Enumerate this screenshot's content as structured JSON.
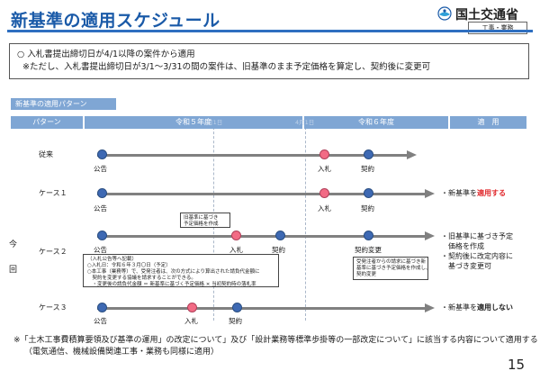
{
  "header": {
    "title": "新基準の適用スケジュール",
    "ministry": "国土交通省",
    "bureau": "工事・業務"
  },
  "notice": {
    "line1": "○ 入札書提出締切日が4/1以降の案件から適用",
    "line2": "※ただし、入札書提出締切日が3/1～3/31の間の案件は、旧基準のまま予定価格を算定し、契約後に変更可"
  },
  "section_label": "新基準の適用パターン",
  "table_header": {
    "pattern": "パターン",
    "fy5": "令和５年度",
    "fy6": "令和６年度",
    "apply": "適　用",
    "mar1": "3月1日",
    "apr1": "4月1日"
  },
  "group_label": "今回",
  "cases": [
    {
      "name": "従来",
      "events": [
        "公告",
        "入札",
        "契約"
      ],
      "apply": []
    },
    {
      "name": "ケース１",
      "events": [
        "公告",
        "入札",
        "契約"
      ],
      "apply": [
        {
          "prefix": "・新基準を",
          "emph": "適用する",
          "suffix": ""
        }
      ]
    },
    {
      "name": "ケース２",
      "events": [
        "公告",
        "入札",
        "契約",
        "契約変更"
      ],
      "apply": [
        {
          "prefix": "・旧基準に基づき予定",
          "emph": "",
          "suffix": ""
        },
        {
          "prefix": "　価格を作成",
          "emph": "",
          "suffix": ""
        },
        {
          "prefix": "・契約後に改定内容に",
          "emph": "",
          "suffix": ""
        },
        {
          "prefix": "　基づき変更可",
          "emph": "",
          "suffix": ""
        }
      ]
    },
    {
      "name": "ケース３",
      "events": [
        "公告",
        "入札",
        "契約"
      ],
      "apply": [
        {
          "prefix": "・新基準を",
          "emph": "適用しない",
          "suffix": ""
        }
      ]
    }
  ],
  "callout_bid": {
    "line1": "旧基準に基づき",
    "line2": "予定価格を作成"
  },
  "callout_notice": {
    "line1": "（入札公告等へ記載）",
    "line2": "○入札日：令和６年３月〇日（予定）",
    "line3": "○本工事（業務等）で、受発注者は、次の方式により算出された請負代金額に",
    "line4": "　契約を変更する協議を請求することができる。",
    "line5": "　・変更後の請負代金額 ＝ 新基準に基づく予定価格 × 当初契約時の落札率"
  },
  "callout_change": {
    "line1": "受発注者からの請求に基づき新",
    "line2": "基準に基づき予定価格を作成し、",
    "line3": "契約変更"
  },
  "footnote": {
    "line1": "※「土木工事費積算要領及び基準の運用」の改定について」及び「設計業務等標準歩掛等の一部改定について」に該当する内容について適用する",
    "line2": "（電気通信、機械設備関連工事・業務も同様に適用）"
  },
  "page_number": "15",
  "colors": {
    "title": "#1a5aa8",
    "header_fill": "#7fa6d4",
    "event_dot": "#3e69b3",
    "bid_dot": "#f26b85",
    "emphasis": "#e0262a"
  },
  "icons": {
    "logo": "mlit-logo-icon"
  }
}
